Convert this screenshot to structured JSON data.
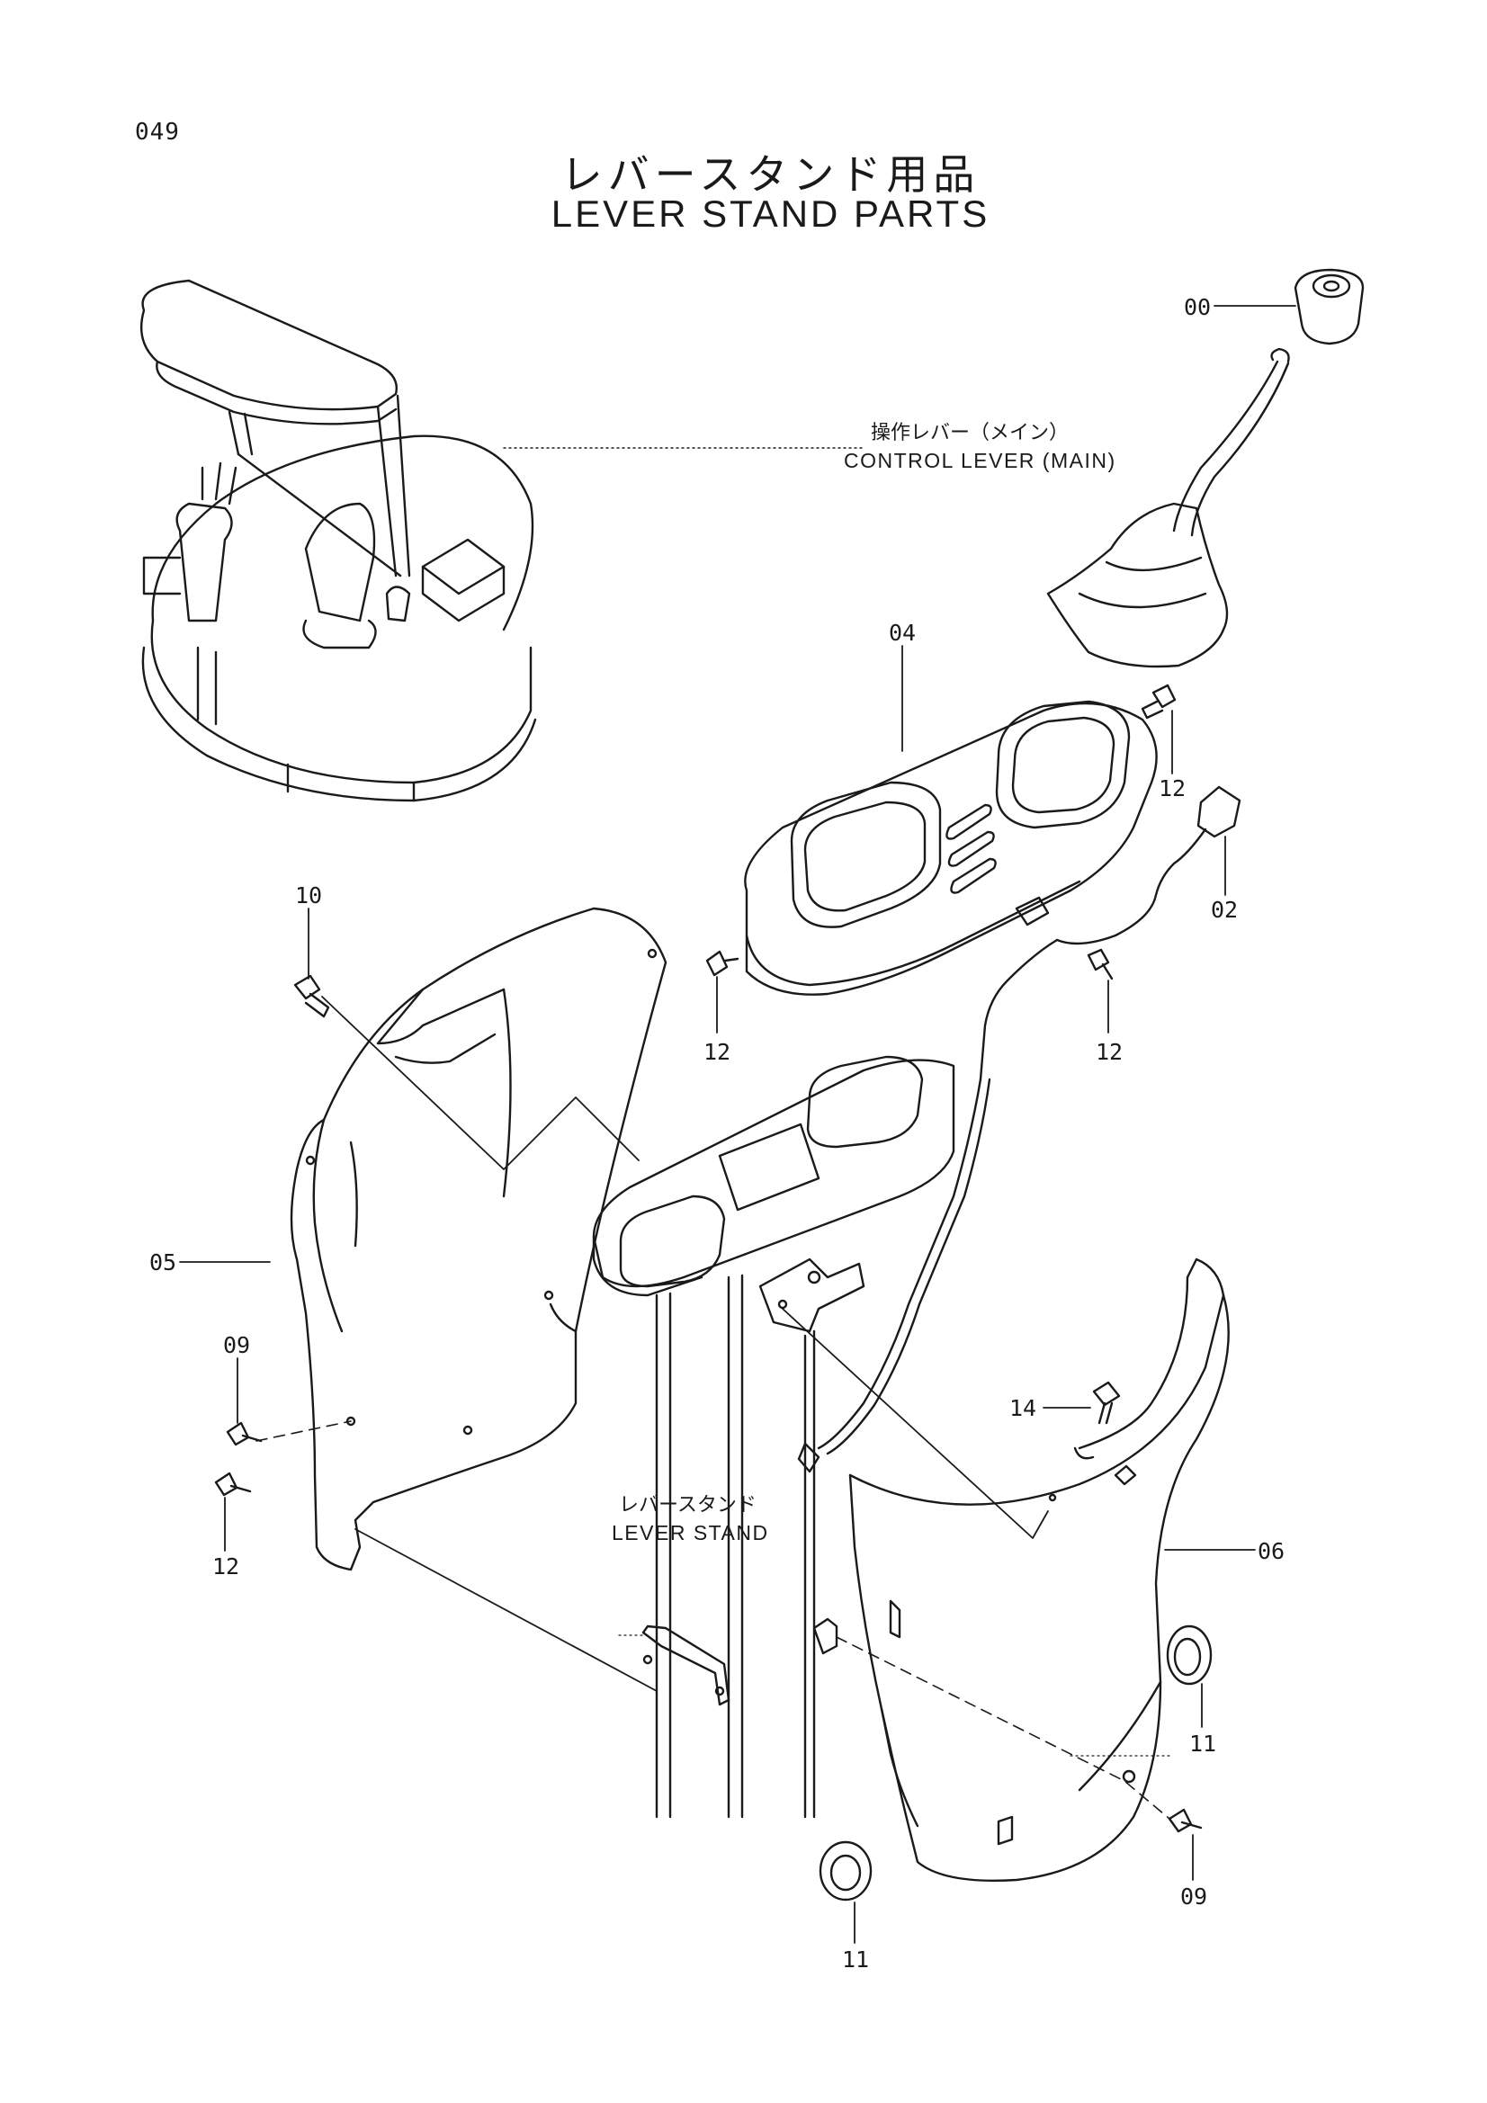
{
  "page": {
    "number": "049",
    "title_ja": "レバースタンド用品",
    "title_en": "LEVER STAND PARTS"
  },
  "callouts": {
    "control_lever_ja": "操作レバー（メイン）",
    "control_lever_en": "CONTROL LEVER (MAIN)",
    "lever_stand_ja": "レバースタンド",
    "lever_stand_en": "LEVER STAND"
  },
  "part_labels": [
    "00",
    "04",
    "12",
    "02",
    "12",
    "12",
    "10",
    "05",
    "09",
    "12",
    "14",
    "06",
    "11",
    "09",
    "11"
  ]
}
